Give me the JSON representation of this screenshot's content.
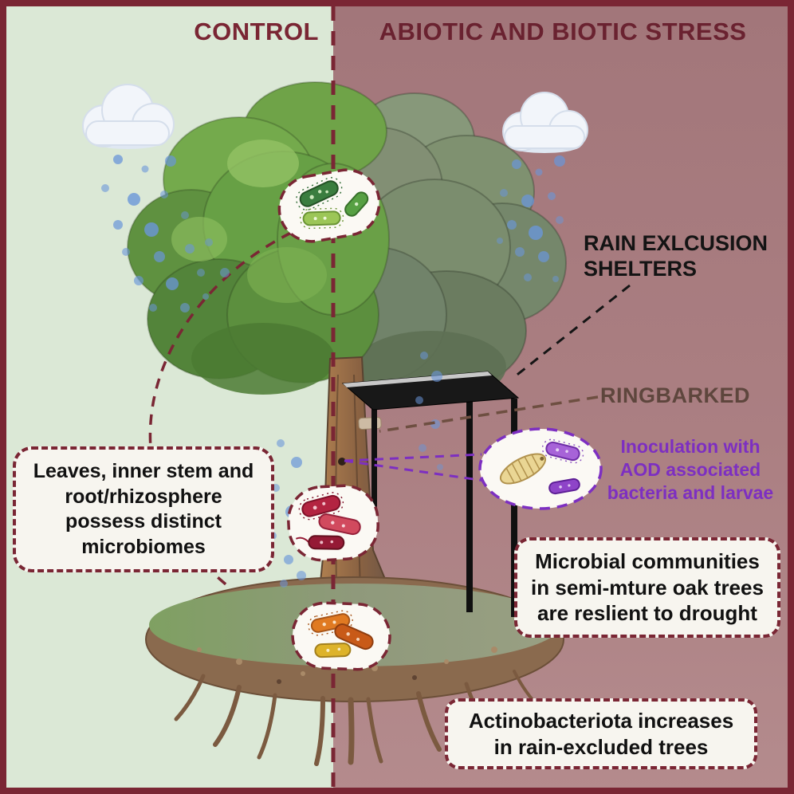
{
  "colors": {
    "maroon": "#7a2634",
    "control_bg": "#dbe8d6",
    "stress_bg": "#ab7f82",
    "purple": "#7d2fc1",
    "ringbarked_brown": "#5e463d",
    "text_black": "#141414"
  },
  "header": {
    "control": "CONTROL",
    "stress": "ABIOTIC AND BIOTIC STRESS"
  },
  "annotations": {
    "rain_shelters": "RAIN EXLCUSION\nSHELTERS",
    "ringbarked": "RINGBARKED",
    "inoculation": "Inoculation with\nAOD associated\nbacteria and larvae"
  },
  "callouts": {
    "distinct_microbiomes": "Leaves, inner stem and\nroot/rhizosphere\npossess distinct\nmicrobiomes",
    "drought_resilience": "Microbial communities\nin semi-mture oak trees\nare reslient to drought",
    "actinobacteriota": "Actinobacteriota increases\nin rain-excluded trees"
  }
}
